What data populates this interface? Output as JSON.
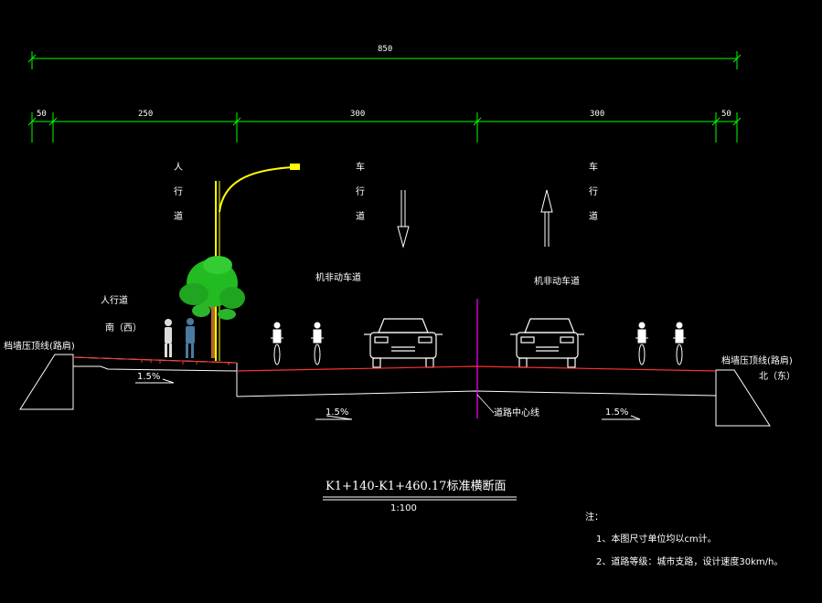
{
  "colors": {
    "background": "#000000",
    "dimension": "#00ff00",
    "pavement": "#ff3030",
    "centerline": "#ff00ff",
    "lamp": "#ffff00",
    "tree": "#22bb22",
    "trunk": "#b06a2a",
    "line": "#ffffff"
  },
  "dimensions": {
    "total": "850",
    "segments": [
      "50",
      "250",
      "300",
      "300",
      "50"
    ]
  },
  "labels": {
    "sidewalk_vertical": "人行道",
    "lane_vertical_left": "车行道",
    "lane_vertical_right": "车行道",
    "motor_lane_left": "机非动车道",
    "motor_lane_right": "机非动车道",
    "sidewalk": "人行道",
    "direction_left": "南（西）",
    "direction_right": "北（东）",
    "retaining_wall_left": "档墙压顶线(路肩)",
    "retaining_wall_right": "档墙压顶线(路肩)",
    "slope_sidewalk": "1.5%",
    "slope_left": "1.5%",
    "slope_right": "1.5%",
    "centerline": "道路中心线"
  },
  "title": {
    "main": "K1+140-K1+460.17标准横断面",
    "scale": "1:100"
  },
  "notes": {
    "heading": "注：",
    "items": [
      "1、本图尺寸单位均以cm计。",
      "2、道路等级：城市支路，设计速度30km/h。"
    ]
  }
}
